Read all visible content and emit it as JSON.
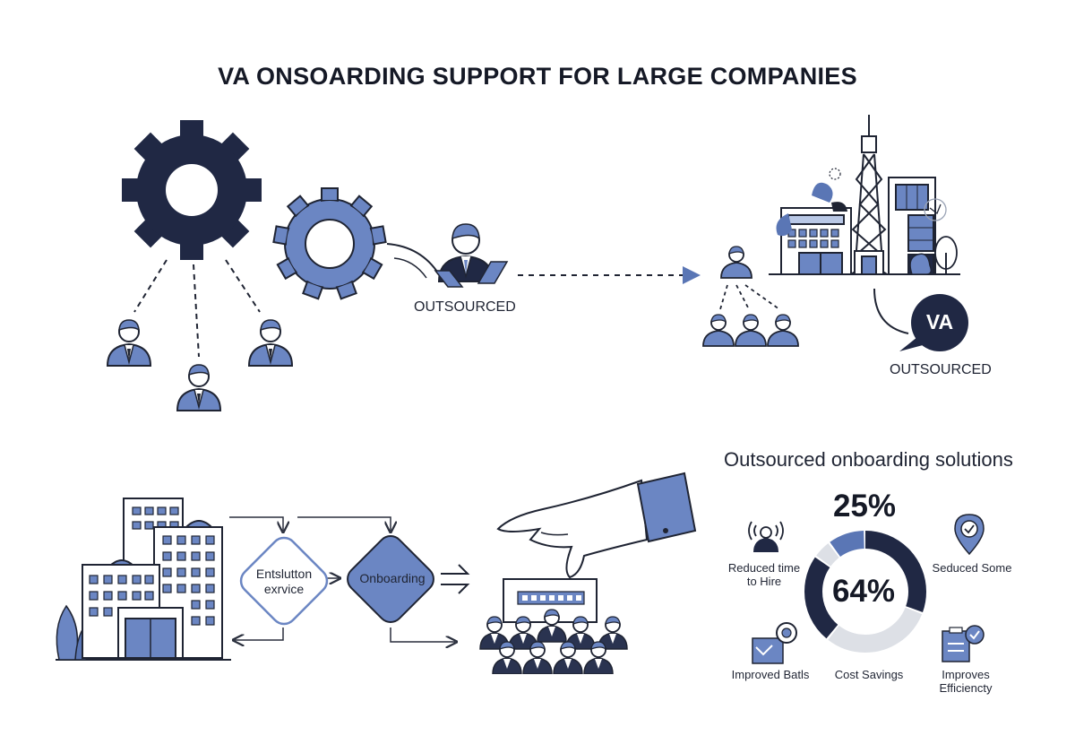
{
  "title": "VA ONSOARDING SUPPORT FOR LARGE COMPANIES",
  "outsourced_label_left": "OUTSOURCED",
  "outsourced_label_right": "OUTSOURCED",
  "va_badge": "VA",
  "flow": {
    "box1_label": "Entslutton exrvice",
    "box2_label": "Onboarding"
  },
  "solutions": {
    "title": "Outsourced onboarding solutions",
    "top_percent": "25%",
    "center_percent": "64%",
    "benefits": [
      {
        "label": "Reduced time to Hire",
        "icon": "person-alert-icon"
      },
      {
        "label": "Seduced Some",
        "icon": "location-pin-icon"
      },
      {
        "label": "Improved Batls",
        "icon": "chart-badge-icon"
      },
      {
        "label": "Cost Savings",
        "icon": "none"
      },
      {
        "label": "Improves Efficiencty",
        "icon": "checklist-icon"
      }
    ],
    "donut_segments": [
      {
        "color": "#202844",
        "fraction": 0.31
      },
      {
        "color": "#dde0e6",
        "fraction": 0.3
      },
      {
        "color": "#202844",
        "fraction": 0.24
      },
      {
        "color": "#dde0e6",
        "fraction": 0.05
      },
      {
        "color": "#5a76b5",
        "fraction": 0.1
      }
    ]
  },
  "colors": {
    "navy": "#202844",
    "blue": "#6b86c3",
    "light_blue": "#b9c8e6",
    "line": "#2a2f3d"
  }
}
